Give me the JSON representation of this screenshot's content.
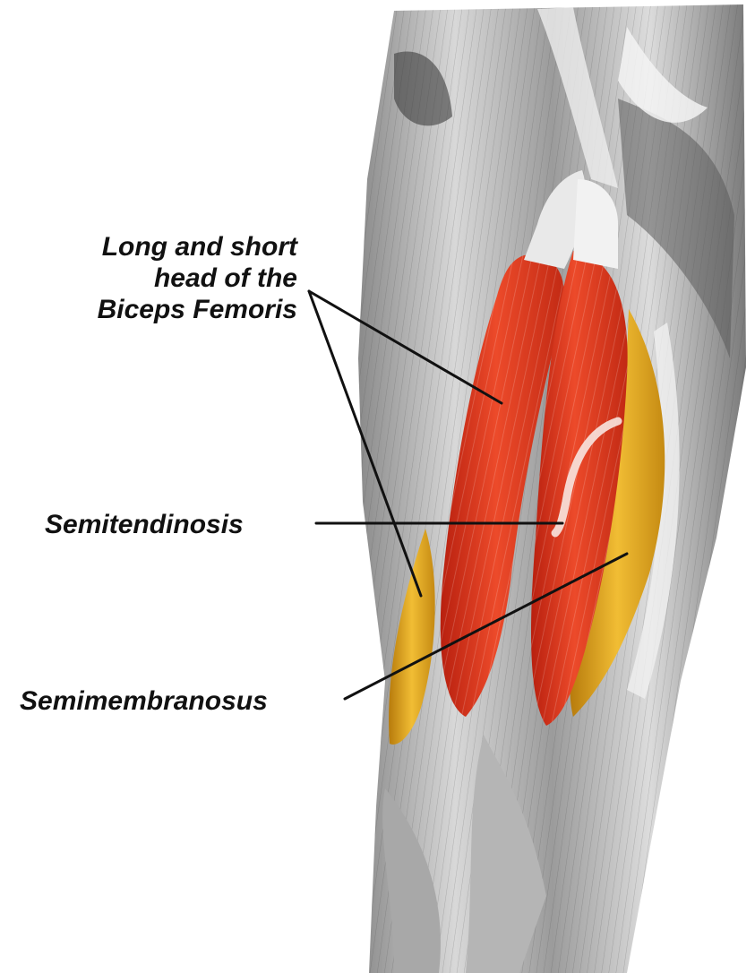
{
  "labels": {
    "biceps_line1": "Long and short",
    "biceps_line2": "head of the",
    "biceps_line3": "Biceps Femoris",
    "semitendinosis": "Semitendinosis",
    "semimembranosus": "Semimembranosus"
  },
  "colors": {
    "biceps_femoris": "#e23a1f",
    "semimembranosus": "#e0a21a",
    "surrounding_tissue": "#c9c9c9",
    "leader_lines": "#111111"
  }
}
